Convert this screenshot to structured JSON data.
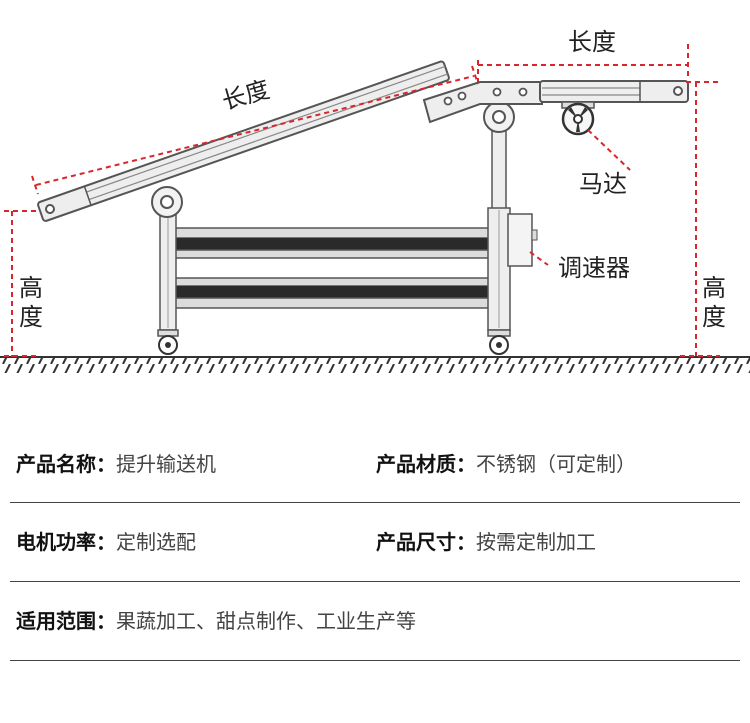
{
  "diagram": {
    "labels": {
      "incline_length": "长度",
      "top_length": "长度",
      "left_height_line1": "高",
      "left_height_line2": "度",
      "right_height_line1": "高",
      "right_height_line2": "度",
      "motor": "马达",
      "speed_controller": "调速器"
    },
    "colors": {
      "dimension_line": "#d9262c",
      "frame": "#555555",
      "belt": "#2a2a2a",
      "ground": "#333333"
    }
  },
  "specs": {
    "rows": [
      [
        {
          "key": "产品名称：",
          "value": "提升输送机"
        },
        {
          "key": "产品材质：",
          "value": "不锈钢（可定制）"
        }
      ],
      [
        {
          "key": "电机功率：",
          "value": "定制选配"
        },
        {
          "key": "产品尺寸：",
          "value": "按需定制加工"
        }
      ],
      [
        {
          "key": "适用范围：",
          "value": "果蔬加工、甜点制作、工业生产等"
        }
      ]
    ]
  }
}
